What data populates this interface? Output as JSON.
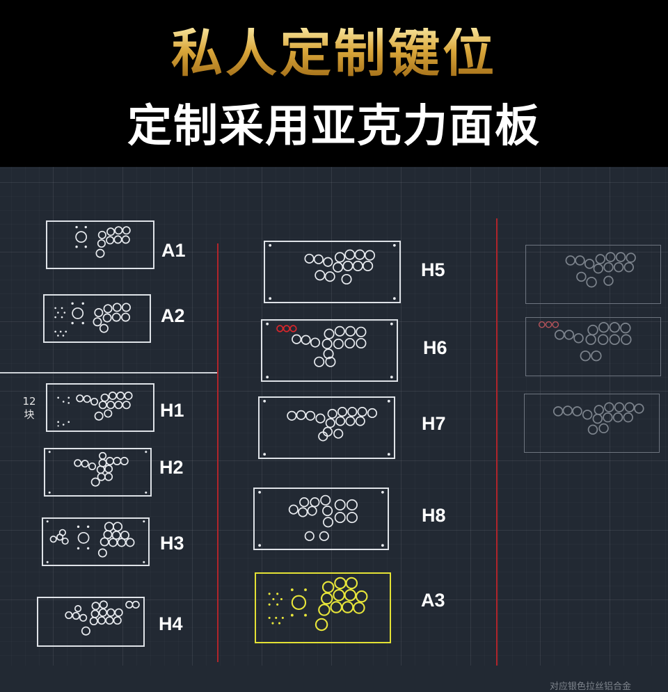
{
  "header": {
    "title": "私人定制键位",
    "subtitle": "定制采用亚克力面板"
  },
  "colors": {
    "header_bg": "#000000",
    "cad_bg": "#222933",
    "panel_outline": "#dfe3e8",
    "highlight": "#e4e234",
    "red_line": "#b1252b",
    "red_buttons": "#d9262b"
  },
  "layouts": {
    "A1": "A1",
    "A2": "A2",
    "H1": "H1",
    "H2": "H2",
    "H3": "H3",
    "H4": "H4",
    "H5": "H5",
    "H6": "H6",
    "H7": "H7",
    "H8": "H8",
    "A3": "A3"
  },
  "notes": {
    "count_number": "12",
    "count_unit": "块",
    "alloy": "对应银色拉丝铝合金"
  }
}
